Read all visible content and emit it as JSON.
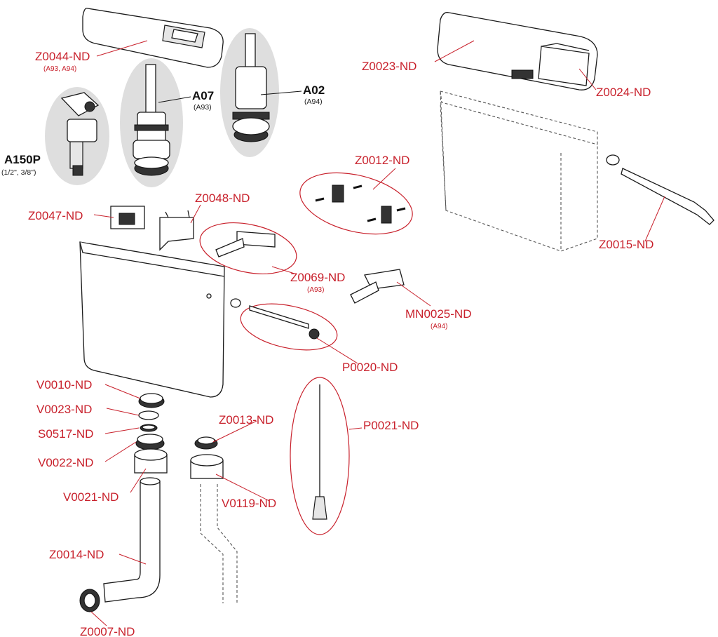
{
  "labels": {
    "z0044": "Z0044-ND",
    "z0044_sub": "(A93, A94)",
    "a07": "A07",
    "a07_sub": "(A93)",
    "a02": "A02",
    "a02_sub": "(A94)",
    "a150p": "A150P",
    "a150p_sub": "(1/2\", 3/8\")",
    "z0023": "Z0023-ND",
    "z0024": "Z0024-ND",
    "z0012": "Z0012-ND",
    "z0015": "Z0015-ND",
    "z0047": "Z0047-ND",
    "z0048": "Z0048-ND",
    "z0069": "Z0069-ND",
    "z0069_sub": "(A93)",
    "mn0025": "MN0025-ND",
    "mn0025_sub": "(A94)",
    "p0020": "P0020-ND",
    "p0021": "P0021-ND",
    "v0010": "V0010-ND",
    "v0023": "V0023-ND",
    "s0517": "S0517-ND",
    "v0022": "V0022-ND",
    "v0021": "V0021-ND",
    "z0013": "Z0013-ND",
    "v0119": "V0119-ND",
    "z0014": "Z0014-ND",
    "z0007": "Z0007-ND"
  },
  "colors": {
    "label_red": "#c8202b",
    "outline": "#1a1a1a",
    "highlight_grey": "#dedede"
  }
}
